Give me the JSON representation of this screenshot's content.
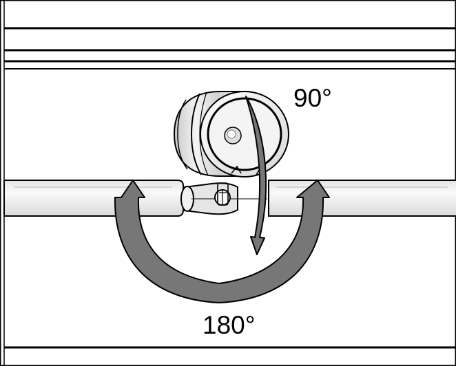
{
  "labels": {
    "tilt_angle": "90°",
    "rotation_angle": "180°"
  },
  "colors": {
    "line": "#000000",
    "arrow_fill": "#777777",
    "rail_fill": "#f2f2f2",
    "lamp_fill": "#dcdcdc",
    "background": "#ffffff"
  },
  "icons": {
    "rotation_arrow": "double-headed-curved-arrow",
    "tilt_arrow": "curved-arrow"
  }
}
